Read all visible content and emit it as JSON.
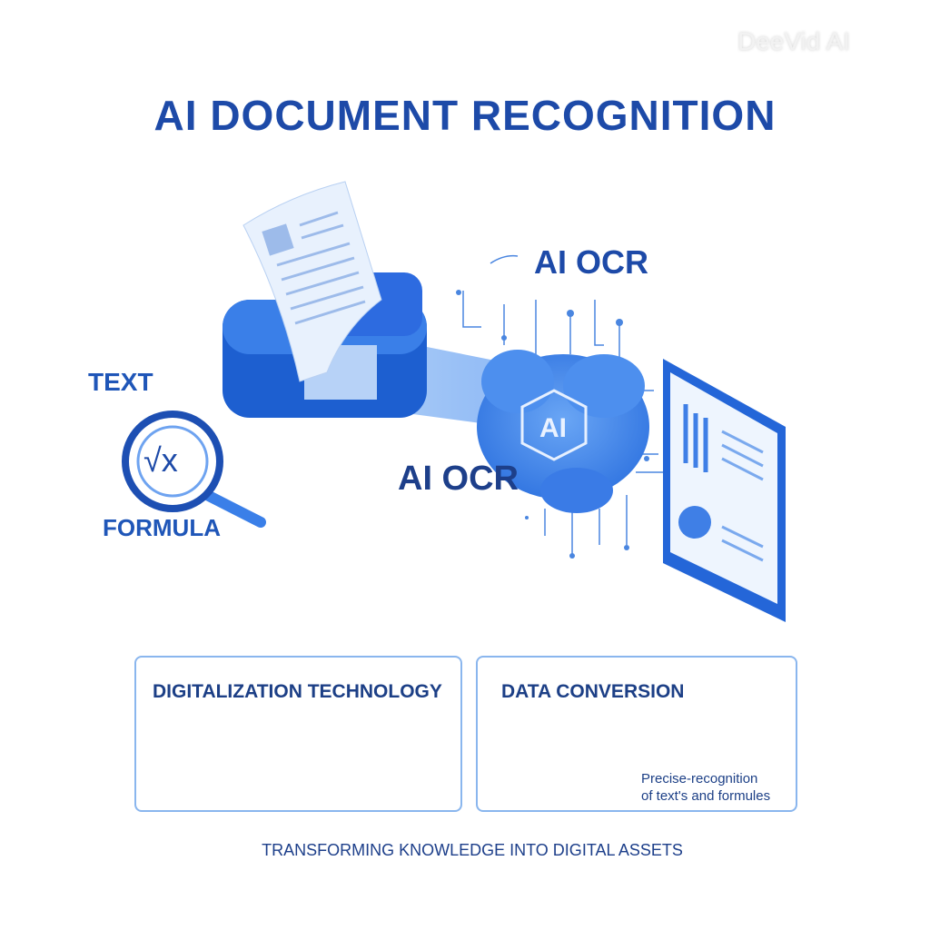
{
  "watermark": "DeeVid AI",
  "title": "AI DOCUMENT RECOGNITION",
  "labels": {
    "ai_ocr_top": "AI OCR",
    "ai_ocr_mid": "AI OCR",
    "text": "TEXT",
    "formula": "FORMULA",
    "formula_symbol": "√x",
    "brain_label": "AI"
  },
  "cards": [
    {
      "title": "DIGITALIZATION TECHNOLOGY"
    },
    {
      "title": "DATA CONVERSION",
      "caption_line1": "Precise-recognition",
      "caption_line2": "of text's and formules"
    }
  ],
  "footer": "TRANSFORMING KNOWLEDGE INTO DIGITAL ASSETS",
  "colors": {
    "primary": "#1d4aa8",
    "accent": "#3b82e6",
    "light": "#bcd6f6"
  }
}
